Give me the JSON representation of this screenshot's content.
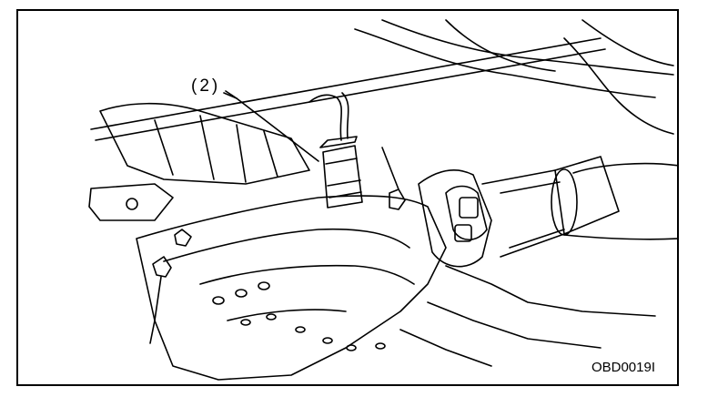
{
  "figure": {
    "callout_label": "(2)",
    "figure_code": "OBD0019I"
  },
  "icons": {
    "main": "exhaust-o2-sensor-illustration"
  }
}
